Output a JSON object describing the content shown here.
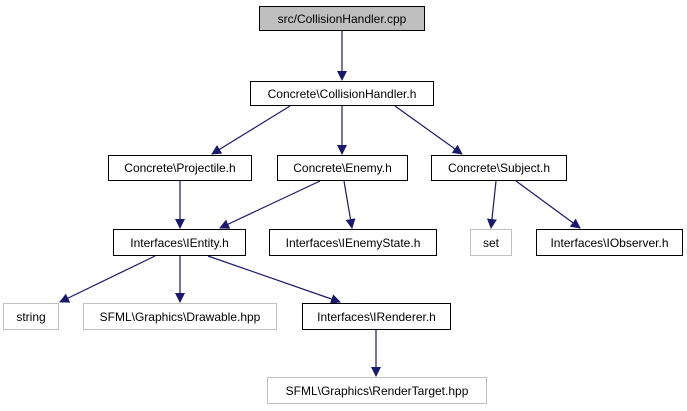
{
  "colors": {
    "edge": "#191970",
    "border": "#000000",
    "external_border": "#bfbfbf",
    "root_fill": "#bfbfbf",
    "node_fill": "#ffffff"
  },
  "nodes": {
    "collision_cpp": {
      "label": "src/CollisionHandler.cpp"
    },
    "collision_h": {
      "label": "Concrete\\CollisionHandler.h"
    },
    "projectile_h": {
      "label": "Concrete\\Projectile.h"
    },
    "enemy_h": {
      "label": "Concrete\\Enemy.h"
    },
    "subject_h": {
      "label": "Concrete\\Subject.h"
    },
    "ientity_h": {
      "label": "Interfaces\\IEntity.h"
    },
    "ienemystate_h": {
      "label": "Interfaces\\IEnemyState.h"
    },
    "set": {
      "label": "set"
    },
    "iobserver_h": {
      "label": "Interfaces\\IObserver.h"
    },
    "string": {
      "label": "string"
    },
    "drawable_hpp": {
      "label": "SFML\\Graphics\\Drawable.hpp"
    },
    "irenderer_h": {
      "label": "Interfaces\\IRenderer.h"
    },
    "rendertarget_hpp": {
      "label": "SFML\\Graphics\\RenderTarget.hpp"
    }
  }
}
